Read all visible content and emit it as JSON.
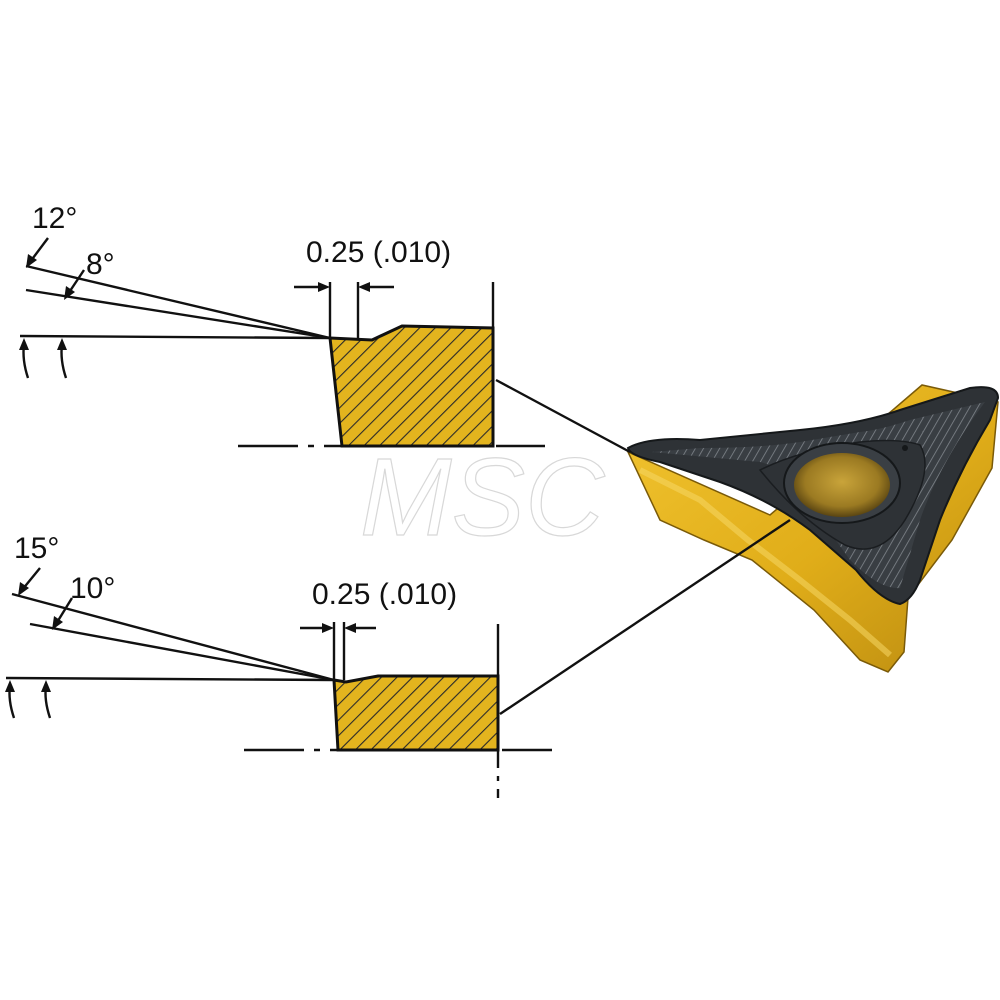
{
  "watermark": "MSC",
  "upper_section": {
    "angle_outer": "12°",
    "angle_inner": "8°",
    "land_width": "0.25 (.010)"
  },
  "lower_section": {
    "angle_outer": "15°",
    "angle_inner": "10°",
    "land_width": "0.25 (.010)"
  },
  "colors": {
    "insert_gold": "#e3b41e",
    "insert_dark": "#2e3236",
    "line": "#111111",
    "hatch": "#2a2a2a"
  }
}
